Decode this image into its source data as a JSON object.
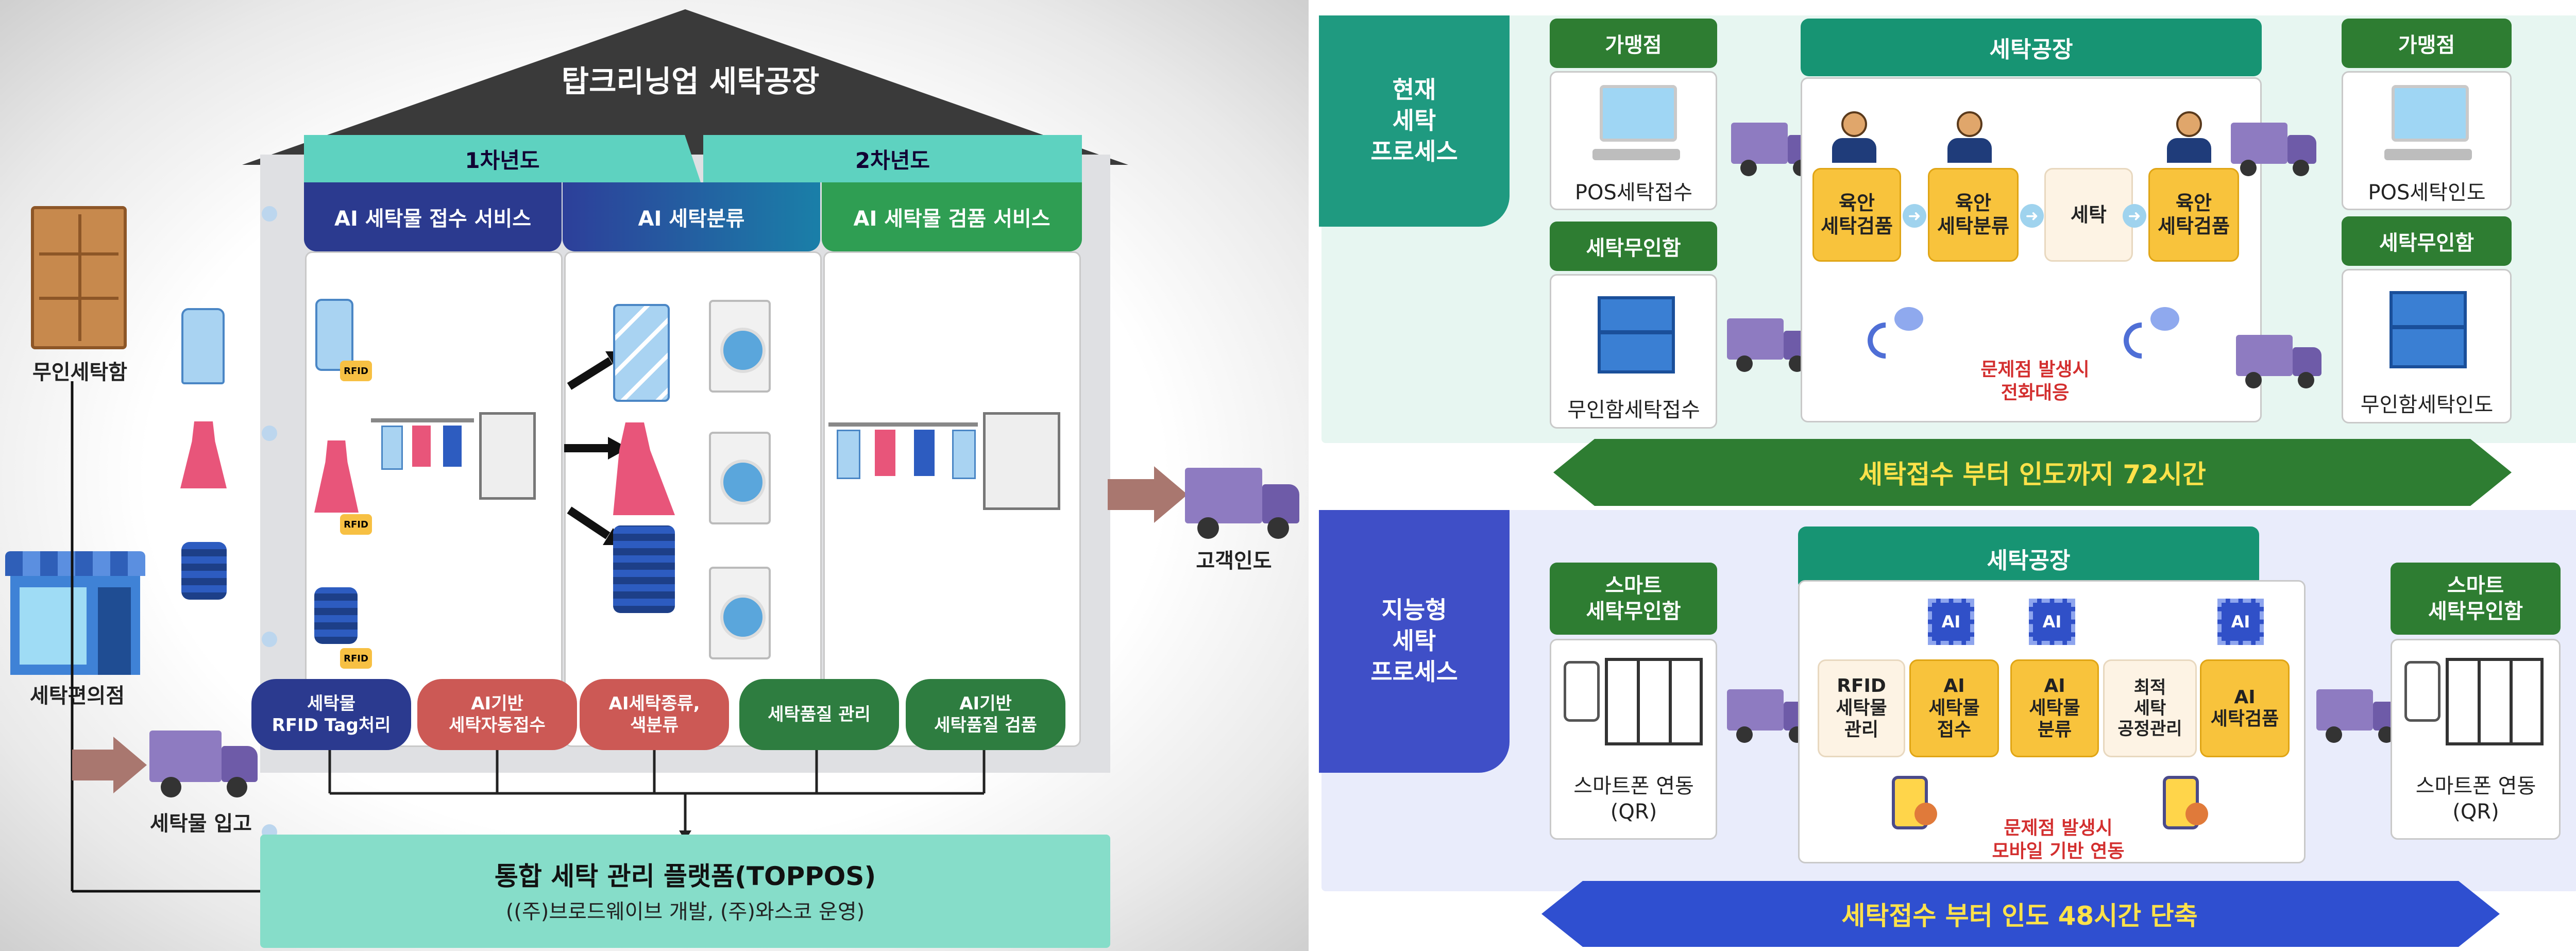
{
  "left": {
    "title": "탑크리닝업 세탁공장",
    "year1": "1차년도",
    "year2": "2차년도",
    "services": [
      "AI 세탁물 접수  서비스",
      "AI 세탁분류",
      "AI 세탁물 검품 서비스"
    ],
    "features": [
      "세탁물\nRFID Tag처리",
      "AI기반\n세탁자동접수",
      "AI세탁종류,\n색분류",
      "세탁품질 관리",
      "AI기반\n세탁품질 검품"
    ],
    "rfid_tag": "RFID",
    "locker_label": "무인세탁함",
    "store_label": "세탁편의점",
    "intake_label": "세탁물 입고",
    "delivery_label": "고객인도",
    "platform_title": "통합 세탁 관리 플랫폼(TOPPOS)",
    "platform_sub": "((주)브로드웨이브 개발, (주)와스코 운영)"
  },
  "current": {
    "section_label": "현재\n세탁\n프로세스",
    "franchise_left": "가맹점",
    "franchise_right": "가맹점",
    "pos_intake": "POS세탁접수",
    "pos_delivery": "POS세탁인도",
    "locker_left_header": "세탁무인함",
    "locker_right_header": "세탁무인함",
    "locker_intake": "무인함세탁접수",
    "locker_delivery": "무인함세탁인도",
    "factory": "세탁공장",
    "steps": [
      "육안\n세탁검품",
      "육안\n세탁분류",
      "세탁",
      "육안\n세탁검품"
    ],
    "issue": "문제점 발생시\n전화대응",
    "banner": "세탁접수 부터 인도까지 72시간"
  },
  "smart": {
    "section_label": "지능형\n세탁\n프로세스",
    "left_header": "스마트\n세탁무인함",
    "right_header": "스마트\n세탁무인함",
    "phone_left": "스마트폰 연동\n(QR)",
    "phone_right": "스마트폰 연동\n(QR)",
    "factory": "세탁공장",
    "steps": [
      "RFID\n세탁물\n관리",
      "AI\n세탁물\n접수",
      "AI\n세탁물\n분류",
      "최적\n세탁\n공정관리",
      "AI\n세탁검품"
    ],
    "chip_label": "AI",
    "issue": "문제점 발생시\n모바일 기반 연동",
    "banner": "세탁접수 부터 인도 48시간 단축"
  }
}
